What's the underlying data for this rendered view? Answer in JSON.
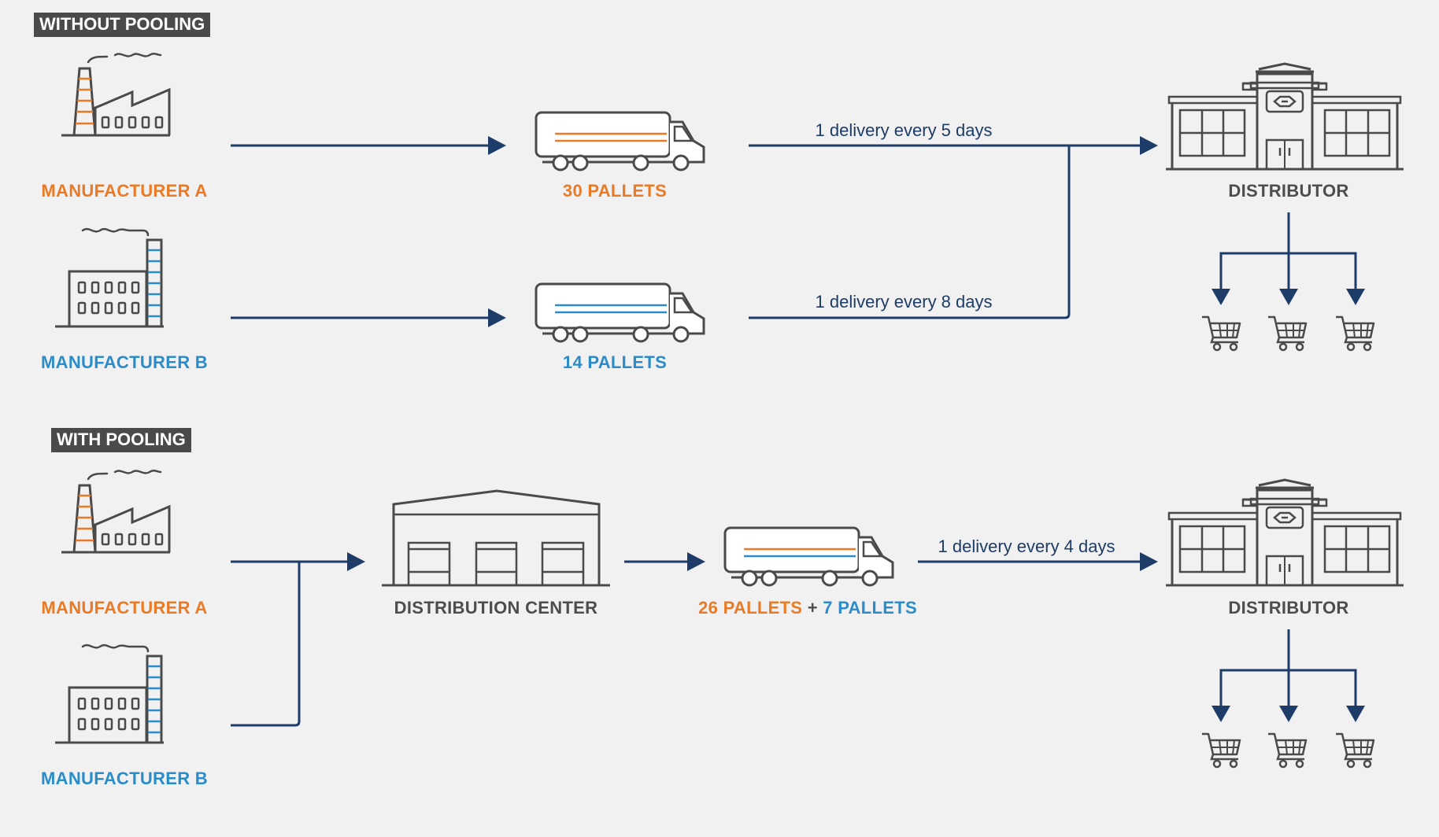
{
  "colors": {
    "navy": "#1d3c68",
    "orange": "#ea7a25",
    "blue": "#2a8cc9",
    "dark_gray": "#4a4a4a",
    "background": "#f1f1f1"
  },
  "without_pooling": {
    "tag": "WITHOUT POOLING",
    "manufacturer_a": "MANUFACTURER A",
    "manufacturer_b": "MANUFACTURER B",
    "truck_a_pallets": "30 PALLETS",
    "truck_b_pallets": "14 PALLETS",
    "delivery_a": "1 delivery every 5 days",
    "delivery_b": "1 delivery every 8 days",
    "distributor": "DISTRIBUTOR"
  },
  "with_pooling": {
    "tag": "WITH POOLING",
    "manufacturer_a": "MANUFACTURER A",
    "manufacturer_b": "MANUFACTURER B",
    "distribution_center": "DISTRIBUTION CENTER",
    "pallets_a": "26 PALLETS",
    "plus": "+",
    "pallets_b": "7 PALLETS",
    "delivery": "1 delivery every 4 days",
    "distributor": "DISTRIBUTOR"
  },
  "icons": [
    "factory-icon",
    "truck-icon",
    "warehouse-icon",
    "store-icon",
    "shopping-cart-icon",
    "arrow-right-icon",
    "arrow-down-icon"
  ]
}
